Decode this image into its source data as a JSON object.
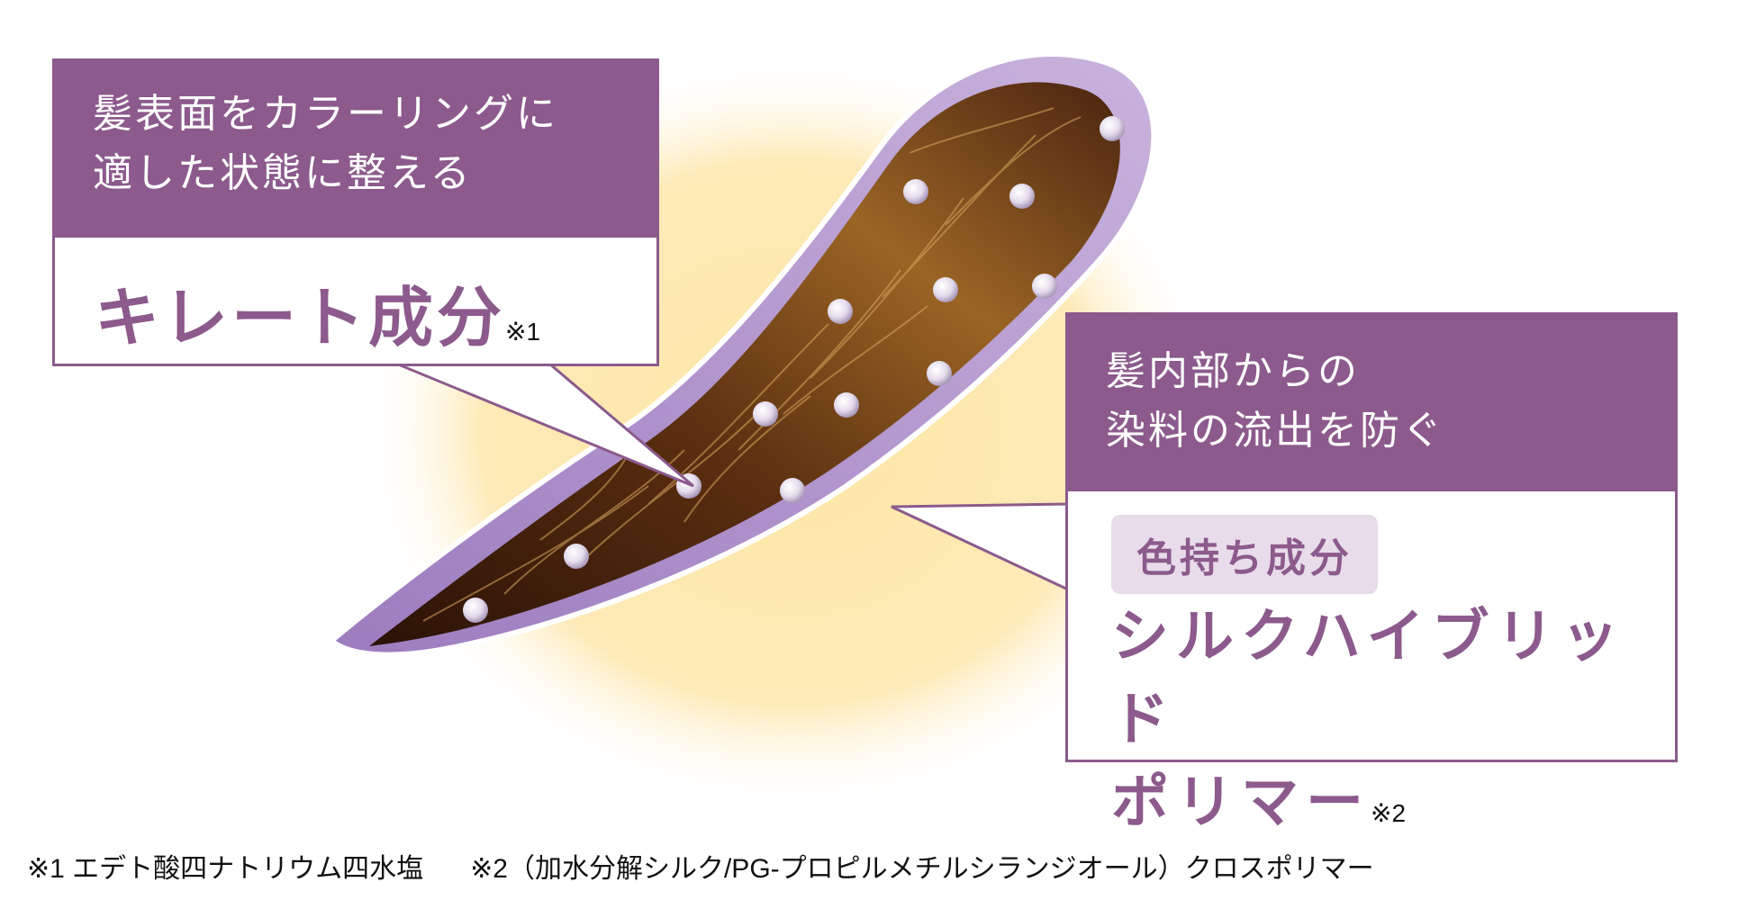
{
  "callout_chelate": {
    "header": "髪表面をカラーリングに\n適した状態に整える",
    "title": "キレート成分",
    "note_mark": "※1"
  },
  "callout_silk": {
    "header": "髪内部からの\n染料の流出を防ぐ",
    "badge": "色持ち成分",
    "title_line1": "シルクハイブリッド",
    "title_line2": "ポリマー",
    "note_mark": "※2"
  },
  "footnotes": {
    "note1": "※1 エデト酸四ナトリウム四水塩",
    "note2": "※2（加水分解シルク/PG-プロピルメチルシランジオール）クロスポリマー"
  },
  "colors": {
    "accent_purple": "#8c5a8c",
    "badge_bg": "#e8dcea",
    "glow_yellow": "#fbe3a0",
    "hair_dark": "#3a1c0a",
    "hair_light": "#b87a2c",
    "coating": "#b69ad0"
  },
  "icons": {
    "hair_strand": "hair-cross-section-illustration",
    "particles": "ingredient-particle-icon"
  }
}
